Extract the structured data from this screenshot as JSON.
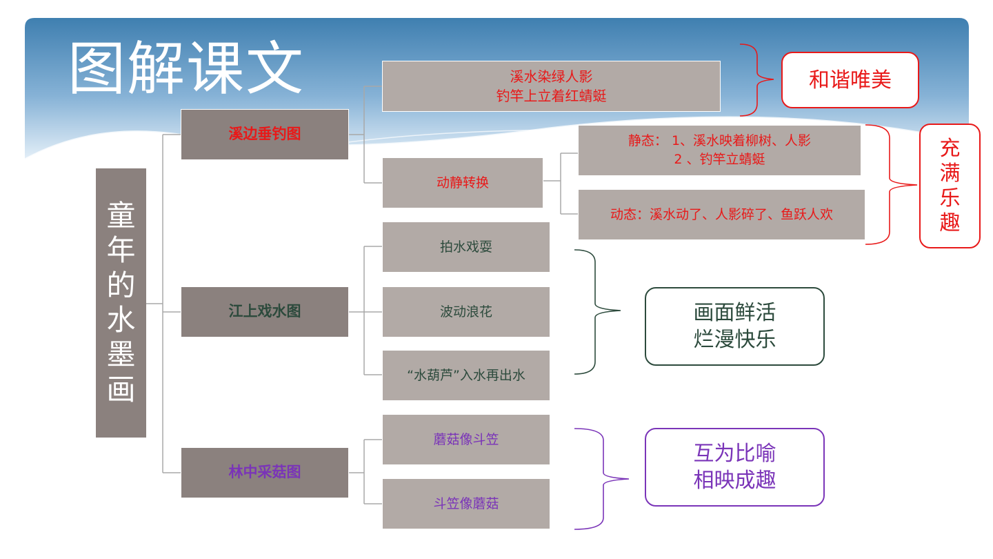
{
  "title": "图解课文",
  "root": {
    "chars": [
      "童",
      "年",
      "的",
      "水",
      "墨",
      "画"
    ]
  },
  "scenes": [
    {
      "label": "溪边垂钓图",
      "details": [
        "溪水染绿人影\n钓竿上立着红蜻蜓",
        "动静转换"
      ],
      "sub": [
        "静态： 1、溪水映着柳树、人影\n2 、钓竿立蜻蜓",
        "动态：溪水动了、人影碎了、鱼跃人欢"
      ],
      "summaries": [
        "和谐唯美",
        "充满乐趣"
      ]
    },
    {
      "label": "江上戏水图",
      "details": [
        "拍水戏耍",
        "波动浪花",
        "“水葫芦”入水再出水"
      ],
      "summaries": [
        "画面鲜活\n烂漫快乐"
      ]
    },
    {
      "label": "林中采菇图",
      "details": [
        "蘑菇像斗笠",
        "斗笠像蘑菇"
      ],
      "summaries": [
        "互为比喻\n相映成趣"
      ]
    }
  ],
  "colors": {
    "red": "#e81919",
    "green": "#2c4a3c",
    "purple": "#7a34b8",
    "dark_box": "#8b817e",
    "light_box": "#b2aaa6"
  }
}
